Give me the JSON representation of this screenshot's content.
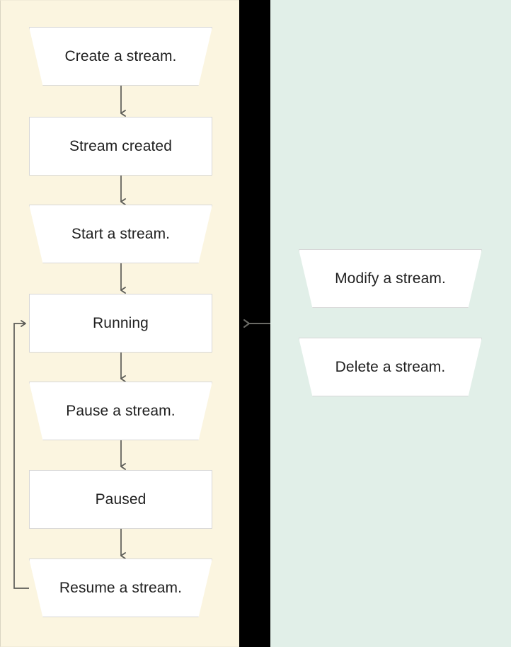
{
  "diagram": {
    "title": "Stream lifecycle state diagram",
    "colors": {
      "left_panel_bg": "#fbf5e0",
      "right_panel_bg": "#e1efe8",
      "divider_bg": "#000000",
      "node_fill": "#ffffff",
      "node_border": "#d7d7d7",
      "connector": "#5c5c57",
      "text": "#1f1f1f"
    },
    "left_panel": {
      "name": "stream-lifecycle-lane",
      "nodes": [
        {
          "id": "create-a-stream",
          "label": "Create a stream.",
          "shape": "trapezoid",
          "kind": "action"
        },
        {
          "id": "stream-created",
          "label": "Stream created",
          "shape": "rectangle",
          "kind": "state"
        },
        {
          "id": "start-a-stream",
          "label": "Start a stream.",
          "shape": "trapezoid",
          "kind": "action"
        },
        {
          "id": "running",
          "label": "Running",
          "shape": "rectangle",
          "kind": "state"
        },
        {
          "id": "pause-a-stream",
          "label": "Pause a stream.",
          "shape": "trapezoid",
          "kind": "action"
        },
        {
          "id": "paused",
          "label": "Paused",
          "shape": "rectangle",
          "kind": "state"
        },
        {
          "id": "resume-a-stream",
          "label": "Resume a stream.",
          "shape": "trapezoid",
          "kind": "action"
        }
      ],
      "connectors": [
        {
          "from": "create-a-stream",
          "to": "stream-created",
          "type": "arrow-down"
        },
        {
          "from": "stream-created",
          "to": "start-a-stream",
          "type": "arrow-down"
        },
        {
          "from": "start-a-stream",
          "to": "running",
          "type": "arrow-down"
        },
        {
          "from": "running",
          "to": "pause-a-stream",
          "type": "arrow-down"
        },
        {
          "from": "pause-a-stream",
          "to": "paused",
          "type": "arrow-down"
        },
        {
          "from": "paused",
          "to": "resume-a-stream",
          "type": "arrow-down"
        },
        {
          "from": "resume-a-stream",
          "to": "running",
          "type": "loop-back-left"
        }
      ]
    },
    "right_panel": {
      "name": "stream-operations-lane",
      "nodes": [
        {
          "id": "modify-a-stream",
          "label": "Modify a stream.",
          "shape": "trapezoid",
          "kind": "action"
        },
        {
          "id": "delete-a-stream",
          "label": "Delete a stream.",
          "shape": "trapezoid",
          "kind": "action"
        }
      ],
      "connectors": [
        {
          "from": "stream-operations-lane",
          "to": "running",
          "type": "arrow-left-cross-divider"
        }
      ]
    }
  }
}
